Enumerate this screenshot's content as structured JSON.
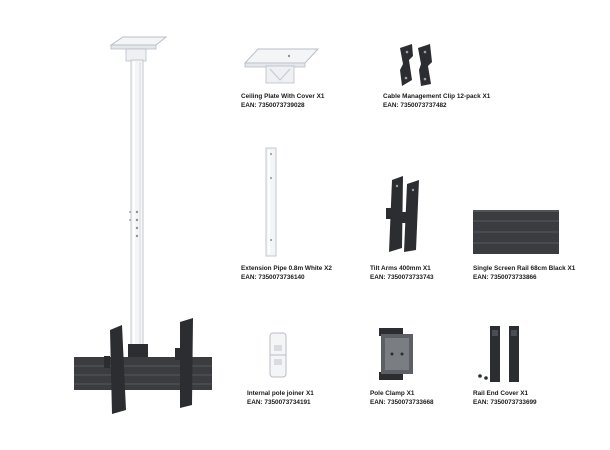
{
  "colors": {
    "white_part": "#f4f5f7",
    "white_edge": "#b9bec6",
    "dark_part": "#2b2d31",
    "rail_dark": "#3a3c40"
  },
  "items": [
    {
      "name": "Ceiling Plate With Cover X1",
      "ean": "EAN: 7350073739028"
    },
    {
      "name": "Cable Management Clip 12-pack X1",
      "ean": "EAN: 7350073737482"
    },
    {
      "name": "Extension Pipe 0.8m White X2",
      "ean": "EAN: 7350073736140"
    },
    {
      "name": "Tilt Arms 400mm X1",
      "ean": "EAN: 7350073733743"
    },
    {
      "name": "Single Screen Rail 68cm Black X1",
      "ean": "EAN: 7350073733866"
    },
    {
      "name": "Internal pole joiner X1",
      "ean": "EAN: 7350073734191"
    },
    {
      "name": "Pole Clamp X1",
      "ean": "EAN: 7350073733668"
    },
    {
      "name": "Rail End Cover X1",
      "ean": "EAN: 7350073733699"
    }
  ]
}
